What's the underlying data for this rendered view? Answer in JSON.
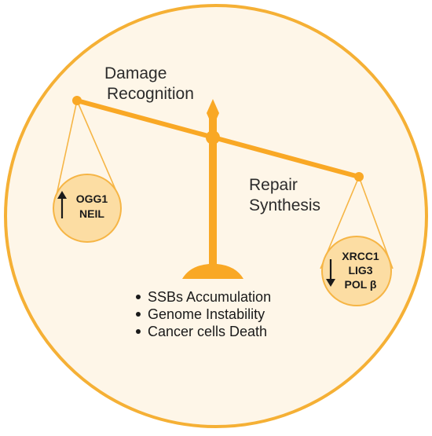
{
  "labels": {
    "damage_line1": "Damage",
    "damage_line2": "Recognition",
    "repair_line1": "Repair",
    "repair_line2": "Synthesis"
  },
  "left_pan": {
    "lines": [
      "OGG1",
      "NEIL"
    ],
    "arrow": "up-arrow-icon"
  },
  "right_pan": {
    "lines": [
      "XRCC1",
      "LIG3",
      "POL β"
    ],
    "arrow": "down-arrow-icon"
  },
  "outcomes": [
    "SSBs Accumulation",
    "Genome Instability",
    "Cancer cells Death"
  ],
  "colors": {
    "ring": "#F5B035",
    "background": "#FEF6E8",
    "balance": "#F9A825",
    "pan_fill": "#FCDDA3",
    "pan_stroke": "#F6B545",
    "text": "#1a1a1a"
  }
}
